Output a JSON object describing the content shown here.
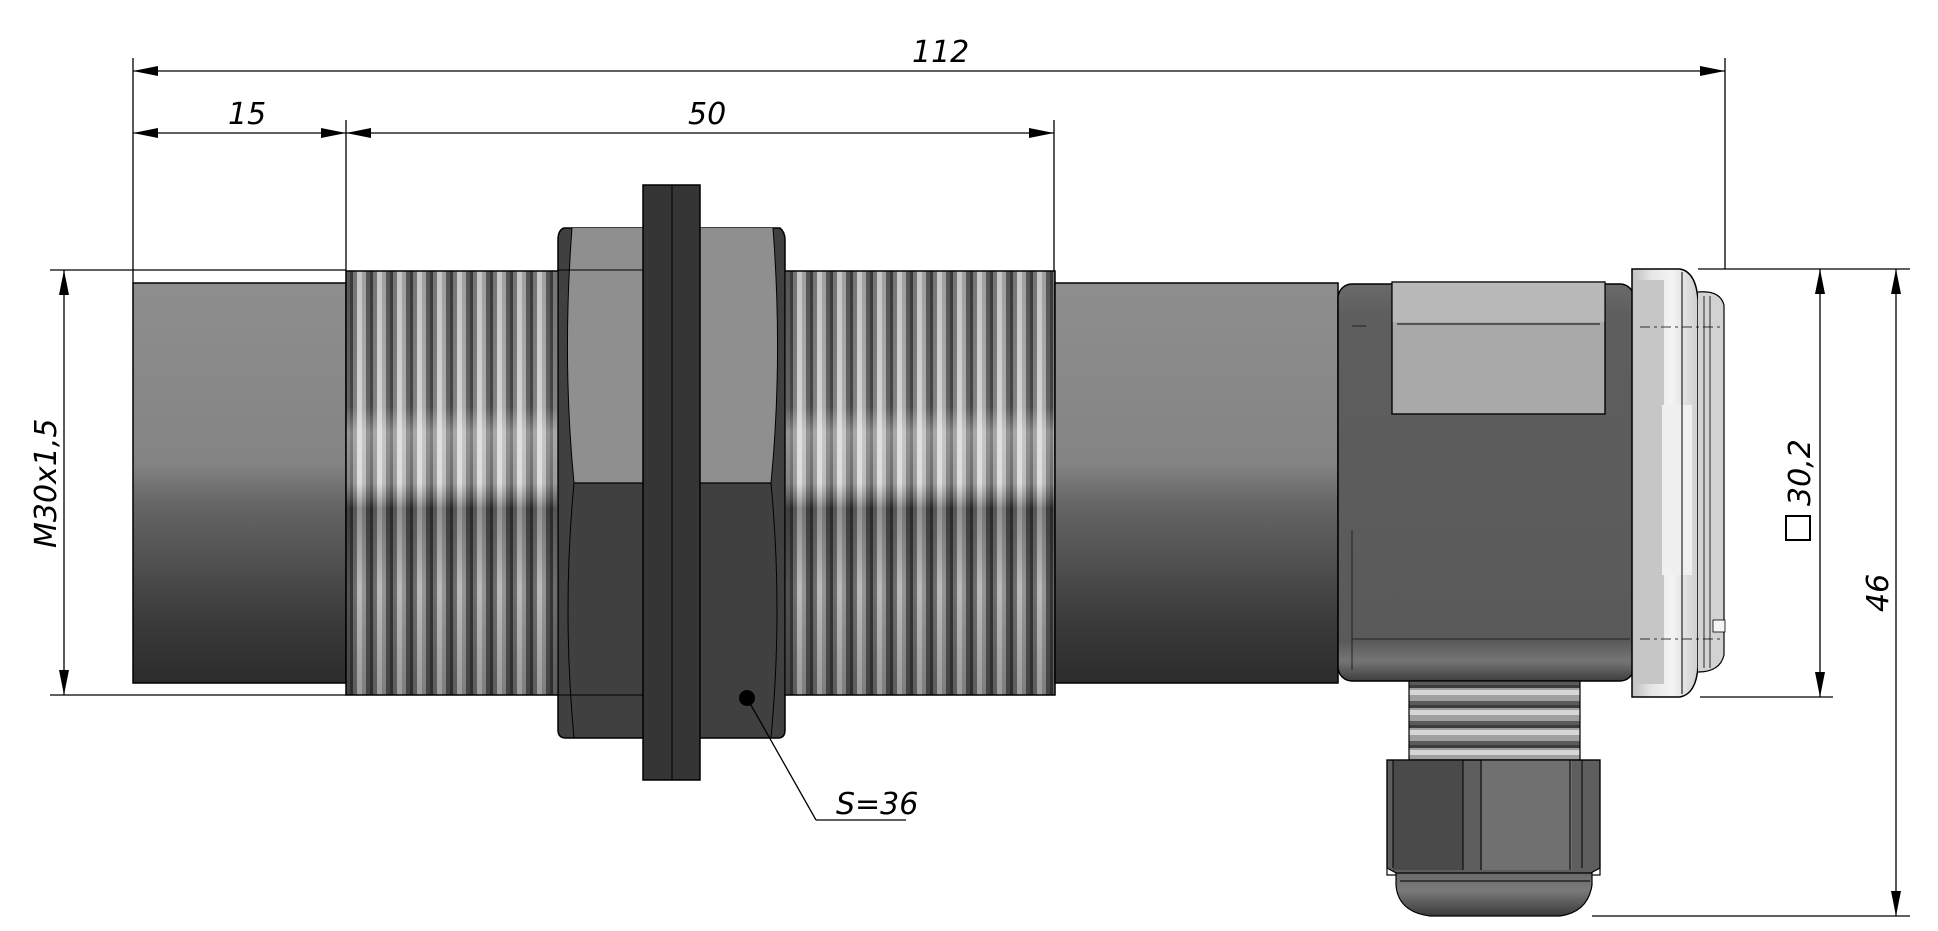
{
  "drawing": {
    "type": "technical-dimension-drawing",
    "subject": "threaded cylindrical sensor with connector housing and cable gland",
    "dimensions": {
      "overall_length": "112",
      "front_length": "15",
      "thread_length": "50",
      "thread_spec": "M30x1,5",
      "nut_size": "S=36",
      "housing_square": "30,2",
      "housing_square_symbol": "□",
      "overall_height": "46"
    },
    "colors": {
      "line": "#000000",
      "background": "#ffffff",
      "body_light": "#8c8c8c",
      "body_dark": "#2e2e2e",
      "nut_light": "#8f8f8f",
      "nut_dark": "#3e3e3e",
      "washer": "#353535",
      "housing": "#5c5c5c",
      "label_panel": "#a8a8a8",
      "cap": "#d8d8d8"
    }
  }
}
